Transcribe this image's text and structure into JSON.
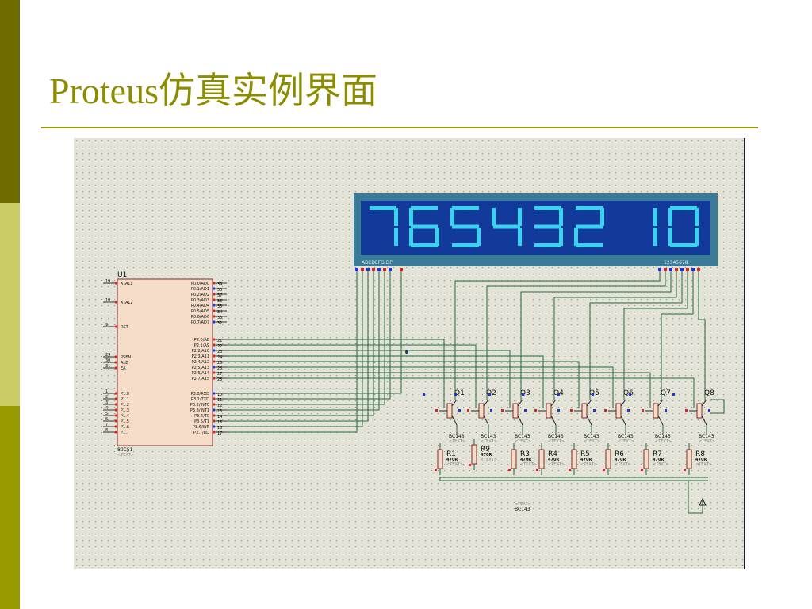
{
  "slide": {
    "title": "Proteus仿真实例界面",
    "colors": {
      "sidebar_dark": "#6b6b00",
      "sidebar_light": "#cccc66",
      "sidebar_mid": "#999900",
      "title": "#8c8c00",
      "rule": "#999900"
    }
  },
  "schematic": {
    "colors": {
      "canvas": "#e3e2d6",
      "grid_dot": "#8f8f86",
      "wire": "#236b3d",
      "component_fill": "#f4dcc8",
      "component_stroke": "#7a2c2c",
      "pin_red": "#dd2222",
      "pin_blue": "#2233dd",
      "display_bezel": "#3a7b98",
      "display_face": "#123a9a",
      "display_digit": "#3ad3ef"
    },
    "display": {
      "digits": "76543210",
      "segment_labels": "ABCDEFG  DP",
      "digit_labels": "12345678"
    },
    "mcu": {
      "ref": "U1",
      "part": "80C51",
      "text_placeholder": "<TEXT>",
      "left_pins": [
        {
          "num": "19",
          "name": "XTAL1"
        },
        {
          "num": "18",
          "name": "XTAL2"
        },
        {
          "num": "9",
          "name": "RST"
        },
        {
          "num": "29",
          "name": "PSEN"
        },
        {
          "num": "30",
          "name": "ALE"
        },
        {
          "num": "31",
          "name": "EA"
        },
        {
          "num": "1",
          "name": "P1.0"
        },
        {
          "num": "2",
          "name": "P1.1"
        },
        {
          "num": "3",
          "name": "P1.2"
        },
        {
          "num": "4",
          "name": "P1.3"
        },
        {
          "num": "5",
          "name": "P1.4"
        },
        {
          "num": "6",
          "name": "P1.5"
        },
        {
          "num": "7",
          "name": "P1.6"
        },
        {
          "num": "8",
          "name": "P1.7"
        }
      ],
      "right_pins": [
        {
          "num": "39",
          "name": "P0.0/AD0"
        },
        {
          "num": "38",
          "name": "P0.1/AD1"
        },
        {
          "num": "37",
          "name": "P0.2/AD2"
        },
        {
          "num": "36",
          "name": "P0.3/AD3"
        },
        {
          "num": "35",
          "name": "P0.4/AD4"
        },
        {
          "num": "34",
          "name": "P0.5/AD5"
        },
        {
          "num": "33",
          "name": "P0.6/AD6"
        },
        {
          "num": "32",
          "name": "P0.7/AD7"
        },
        {
          "num": "21",
          "name": "P2.0/A8"
        },
        {
          "num": "22",
          "name": "P2.1/A9"
        },
        {
          "num": "23",
          "name": "P2.2/A10"
        },
        {
          "num": "24",
          "name": "P2.3/A11"
        },
        {
          "num": "25",
          "name": "P2.4/A12"
        },
        {
          "num": "26",
          "name": "P2.5/A13"
        },
        {
          "num": "27",
          "name": "P2.6/A14"
        },
        {
          "num": "28",
          "name": "P2.7/A15"
        },
        {
          "num": "10",
          "name": "P3.0/RXD"
        },
        {
          "num": "11",
          "name": "P3.1/TXD"
        },
        {
          "num": "12",
          "name": "P3.2/INT0"
        },
        {
          "num": "13",
          "name": "P3.3/INT1"
        },
        {
          "num": "14",
          "name": "P3.4/T0"
        },
        {
          "num": "15",
          "name": "P3.5/T1"
        },
        {
          "num": "16",
          "name": "P3.6/WR"
        },
        {
          "num": "17",
          "name": "P3.7/RD"
        }
      ]
    },
    "transistors": [
      {
        "ref": "Q1",
        "part": "BC143",
        "text": "<TEXT>"
      },
      {
        "ref": "Q2",
        "part": "BC143",
        "text": "<TEXT>"
      },
      {
        "ref": "Q3",
        "part": "BC143",
        "text": "<TEXT>"
      },
      {
        "ref": "Q4",
        "part": "BC143",
        "text": "<TEXT>"
      },
      {
        "ref": "Q5",
        "part": "BC143",
        "text": "<TEXT>"
      },
      {
        "ref": "Q6",
        "part": "BC143",
        "text": "<TEXT>"
      },
      {
        "ref": "Q7",
        "part": "BC143",
        "text": "<TEXT>"
      },
      {
        "ref": "Q8",
        "part": "BC143",
        "text": "<TEXT>"
      }
    ],
    "resistors": [
      {
        "ref": "R1",
        "value": "470R",
        "text": "<TEXT>"
      },
      {
        "ref": "R9",
        "value": "470R",
        "text": "<TEXT>"
      },
      {
        "ref": "R3",
        "value": "470R",
        "text": "<TEXT>"
      },
      {
        "ref": "R4",
        "value": "470R",
        "text": "<TEXT>"
      },
      {
        "ref": "R5",
        "value": "470R",
        "text": "<TEXT>"
      },
      {
        "ref": "R6",
        "value": "470R",
        "text": "<TEXT>"
      },
      {
        "ref": "R7",
        "value": "470R",
        "text": "<TEXT>"
      },
      {
        "ref": "R8",
        "value": "470R",
        "text": "<TEXT>"
      }
    ],
    "floating_label": {
      "text": "<TEXT>",
      "part": "BC143"
    }
  }
}
